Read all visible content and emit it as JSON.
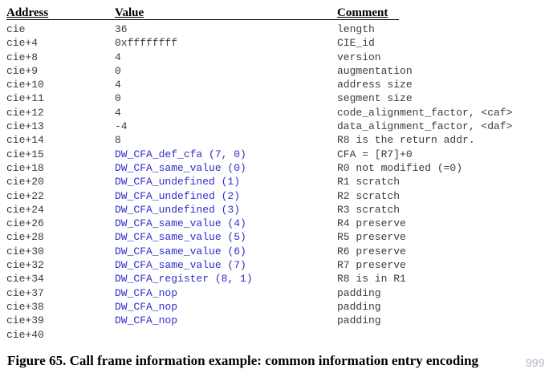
{
  "table": {
    "columns": [
      "Address",
      "Value",
      "Comment"
    ],
    "rows": [
      {
        "address": "cie",
        "value": "36",
        "comment": "length",
        "link": false
      },
      {
        "address": "cie+4",
        "value": "0xffffffff",
        "comment": "CIE_id",
        "link": false
      },
      {
        "address": "cie+8",
        "value": "4",
        "comment": "version",
        "link": false
      },
      {
        "address": "cie+9",
        "value": "0",
        "comment": "augmentation",
        "link": false
      },
      {
        "address": "cie+10",
        "value": "4",
        "comment": "address size",
        "link": false
      },
      {
        "address": "cie+11",
        "value": "0",
        "comment": "segment size",
        "link": false
      },
      {
        "address": "cie+12",
        "value": "4",
        "comment": "code_alignment_factor, <caf>",
        "link": false
      },
      {
        "address": "cie+13",
        "value": "-4",
        "comment": "data_alignment_factor, <daf>",
        "link": false
      },
      {
        "address": "cie+14",
        "value": "8",
        "comment": "R8 is the return addr.",
        "link": false
      },
      {
        "address": "cie+15",
        "value": "DW_CFA_def_cfa (7, 0)",
        "comment": "CFA = [R7]+0",
        "link": true
      },
      {
        "address": "cie+18",
        "value": "DW_CFA_same_value (0)",
        "comment": "R0 not modified (=0)",
        "link": true
      },
      {
        "address": "cie+20",
        "value": "DW_CFA_undefined (1)",
        "comment": "R1 scratch",
        "link": true
      },
      {
        "address": "cie+22",
        "value": "DW_CFA_undefined (2)",
        "comment": "R2 scratch",
        "link": true
      },
      {
        "address": "cie+24",
        "value": "DW_CFA_undefined (3)",
        "comment": "R3 scratch",
        "link": true
      },
      {
        "address": "cie+26",
        "value": "DW_CFA_same_value (4)",
        "comment": "R4 preserve",
        "link": true
      },
      {
        "address": "cie+28",
        "value": "DW_CFA_same_value (5)",
        "comment": "R5 preserve",
        "link": true
      },
      {
        "address": "cie+30",
        "value": "DW_CFA_same_value (6)",
        "comment": "R6 preserve",
        "link": true
      },
      {
        "address": "cie+32",
        "value": "DW_CFA_same_value (7)",
        "comment": "R7 preserve",
        "link": true
      },
      {
        "address": "cie+34",
        "value": "DW_CFA_register (8, 1)",
        "comment": "R8 is in R1",
        "link": true
      },
      {
        "address": "cie+37",
        "value": "DW_CFA_nop",
        "comment": "padding",
        "link": true
      },
      {
        "address": "cie+38",
        "value": "DW_CFA_nop",
        "comment": "padding",
        "link": true
      },
      {
        "address": "cie+39",
        "value": "DW_CFA_nop",
        "comment": "padding",
        "link": true
      },
      {
        "address": "cie+40",
        "value": "",
        "comment": "",
        "link": false
      }
    ]
  },
  "caption": "Figure 65. Call frame information example: common information entry encoding",
  "watermark": {
    "visible_text": "999"
  },
  "colors": {
    "link_blue": "#2e2ecc",
    "body_text": "#3b3b3b",
    "heading_text": "#000000",
    "watermark_gray": "#b3b6c4"
  }
}
